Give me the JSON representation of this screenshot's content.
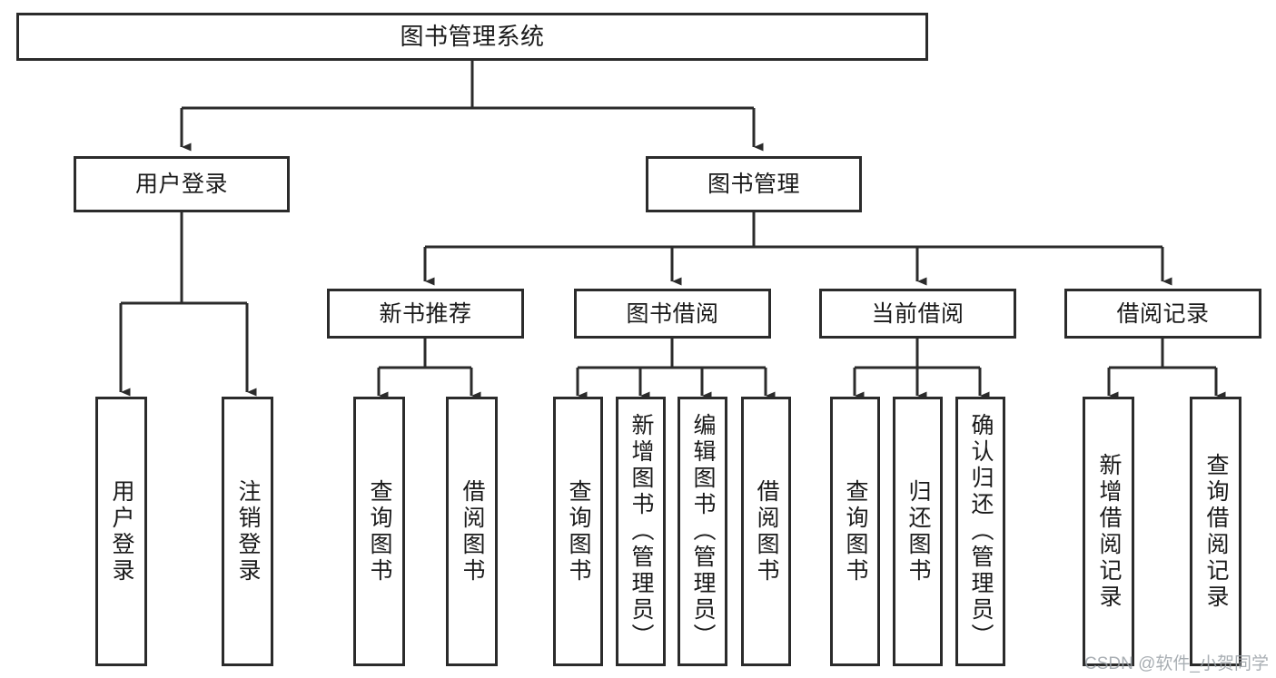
{
  "diagram": {
    "type": "tree",
    "title": "图书管理系统",
    "orientation": "top-down",
    "colors": {
      "stroke": "#2b2b2b",
      "fill": "#ffffff",
      "text": "#1a1a1a",
      "watermark": "#9aa0a6"
    },
    "nodes": {
      "root": {
        "label": "图书管理系统"
      },
      "level1": [
        {
          "id": "user-login",
          "label": "用户登录"
        },
        {
          "id": "book-manage",
          "label": "图书管理"
        }
      ],
      "level2": [
        {
          "id": "new-book-recommend",
          "label": "新书推荐"
        },
        {
          "id": "book-borrow",
          "label": "图书借阅"
        },
        {
          "id": "current-borrow",
          "label": "当前借阅"
        },
        {
          "id": "borrow-record",
          "label": "借阅记录"
        }
      ],
      "leaves": {
        "user_login": [
          {
            "id": "leaf-user-login",
            "label": "用户登录"
          },
          {
            "id": "leaf-logout-login",
            "label": "注销登录"
          }
        ],
        "new_book_recommend": [
          {
            "id": "leaf-query-book-1",
            "label": "查询图书"
          },
          {
            "id": "leaf-borrow-book-1",
            "label": "借阅图书"
          }
        ],
        "book_borrow": [
          {
            "id": "leaf-query-book-2",
            "label": "查询图书"
          },
          {
            "id": "leaf-add-book-admin",
            "label": "新增图书（管理员）"
          },
          {
            "id": "leaf-edit-book-admin",
            "label": "编辑图书（管理员）"
          },
          {
            "id": "leaf-borrow-book-2",
            "label": "借阅图书"
          }
        ],
        "current_borrow": [
          {
            "id": "leaf-query-book-3",
            "label": "查询图书"
          },
          {
            "id": "leaf-return-book",
            "label": "归还图书"
          },
          {
            "id": "leaf-confirm-return-admin",
            "label": "确认归还（管理员）"
          }
        ],
        "borrow_record": [
          {
            "id": "leaf-add-borrow-record",
            "label": "新增借阅记录"
          },
          {
            "id": "leaf-query-borrow-record",
            "label": "查询借阅记录"
          }
        ]
      }
    },
    "watermark": "CSDN @软件_小贺同学"
  }
}
